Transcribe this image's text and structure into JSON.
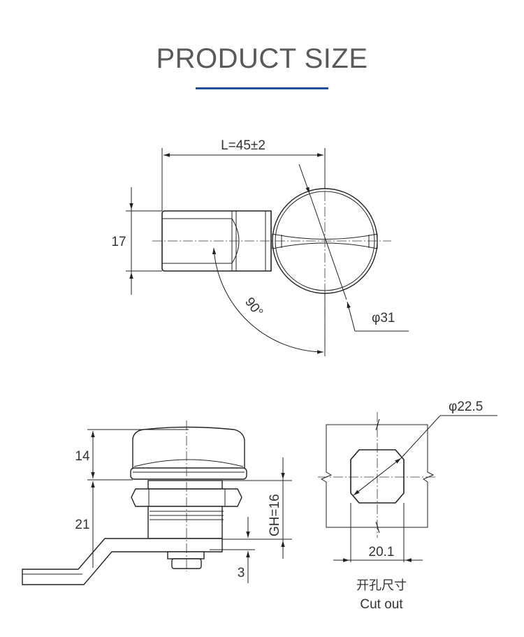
{
  "header": {
    "title": "PRODUCT SIZE",
    "accent_color": "#1f4f9c"
  },
  "top_view": {
    "length_label": "L=45±2",
    "height_label": "17",
    "angle_label": "90°",
    "diameter_label": "φ31"
  },
  "side_view": {
    "knob_height_label": "14",
    "body_height_label": "21",
    "grip_range_label": "GH=16",
    "offset_label": "3"
  },
  "cutout": {
    "diameter_label": "φ22.5",
    "width_label": "20.1",
    "caption_cn": "开孔尺寸",
    "caption_en": "Cut out"
  }
}
